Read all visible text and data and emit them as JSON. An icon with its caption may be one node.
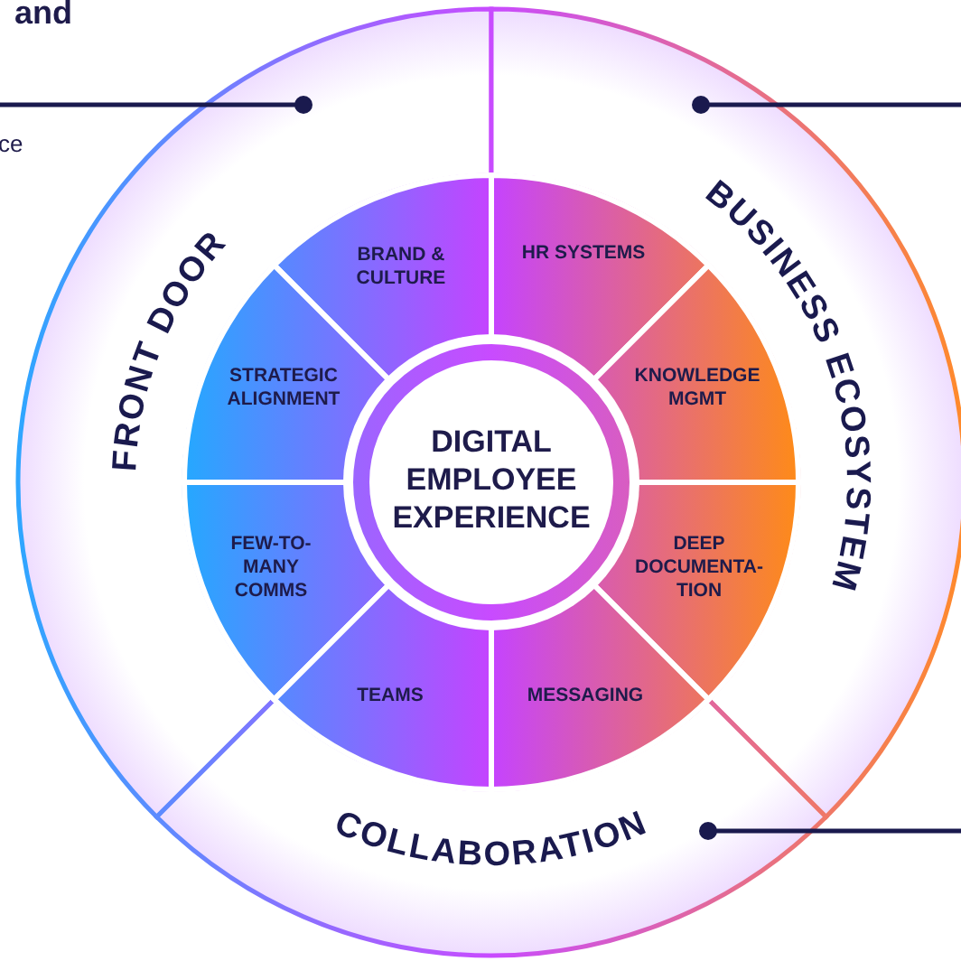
{
  "diagram": {
    "nodes": [
      {
        "text": [
          "FRONT DOOR"
        ]
      },
      {
        "text": [
          "BUSINESS ECOSYSTEM"
        ]
      },
      {
        "text": [
          "COLLABORATION"
        ]
      },
      {
        "text": [
          "BRAND & CULTURE"
        ]
      },
      {
        "text": [
          "HR SYSTEMS"
        ]
      },
      {
        "text": [
          "STRATEGIC ALIGNMENT"
        ]
      },
      {
        "text": [
          "KNOWLEDGE MGMT"
        ]
      },
      {
        "text": [
          "FEW-TO-MANY COMMS"
        ]
      },
      {
        "text": [
          "DEEP DOCUMENTA-TION"
        ]
      },
      {
        "text": [
          "TEAMS"
        ]
      },
      {
        "text": [
          "MESSAGING"
        ]
      },
      {
        "text": [
          "DIGITAL EMPLOYEE EXPERIENCE"
        ]
      }
    ],
    "edges": [
      {
        "from": null,
        "to": 0,
        "arrow": "other"
      },
      {
        "from": null,
        "to": 1,
        "arrow": "other"
      },
      {
        "from": null,
        "to": 2,
        "arrow": "other"
      }
    ],
    "labels": [
      "and",
      "ce"
    ]
  }
}
